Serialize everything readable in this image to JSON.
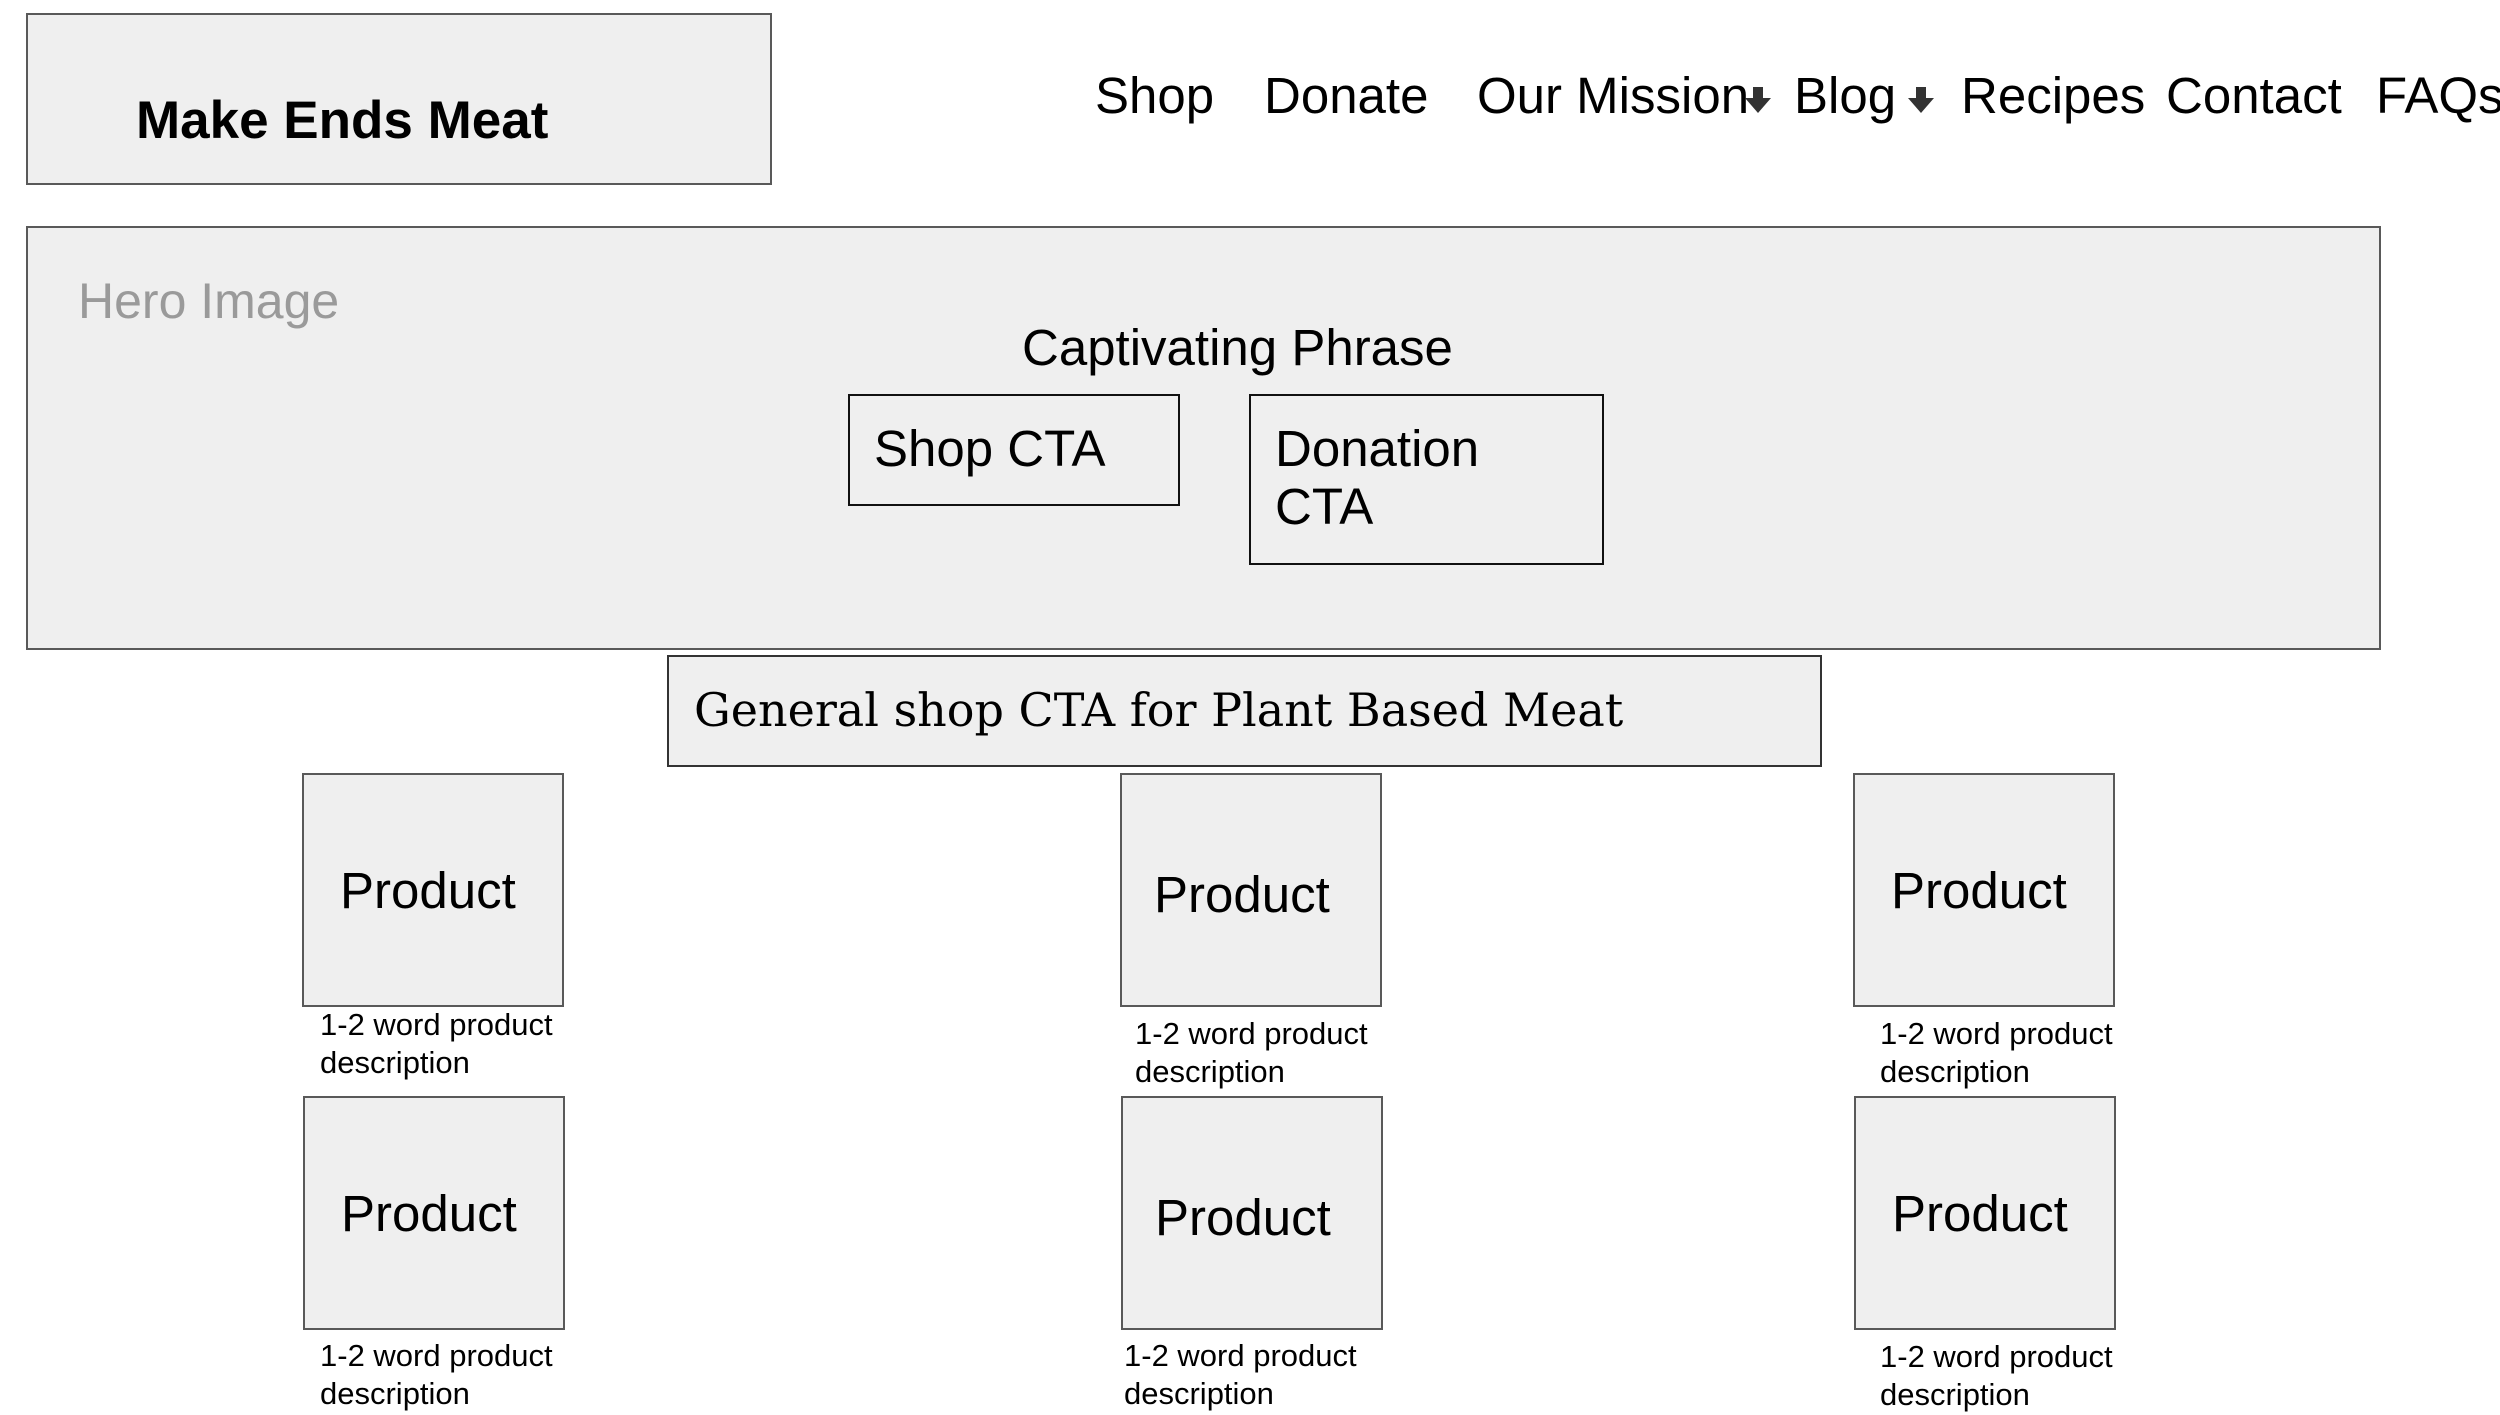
{
  "header": {
    "logo_text": "Make Ends Meat",
    "nav": [
      {
        "label": "Shop",
        "has_dropdown": false
      },
      {
        "label": "Donate",
        "has_dropdown": false
      },
      {
        "label": "Our Mission",
        "has_dropdown": true
      },
      {
        "label": "Blog",
        "has_dropdown": true
      },
      {
        "label": "Recipes",
        "has_dropdown": false
      },
      {
        "label": "Contact",
        "has_dropdown": false
      },
      {
        "label": "FAQs",
        "has_dropdown": false
      }
    ],
    "dropdown_icon": "arrow-down-icon"
  },
  "hero": {
    "label": "Hero Image",
    "phrase": "Captivating Phrase",
    "shop_cta": "Shop CTA",
    "donation_cta_line1": "Donation",
    "donation_cta_line2": "CTA"
  },
  "general_cta": {
    "text": "General shop CTA for Plant Based Meat"
  },
  "products": [
    {
      "label": "Product",
      "desc_line1": "1-2 word product",
      "desc_line2": "description"
    },
    {
      "label": "Product",
      "desc_line1": "1-2  word product",
      "desc_line2": "description"
    },
    {
      "label": "Product",
      "desc_line1": "1-2 word product",
      "desc_line2": "description"
    },
    {
      "label": "Product",
      "desc_line1": "1-2 word product",
      "desc_line2": "description"
    },
    {
      "label": "Product",
      "desc_line1": "1-2 word product",
      "desc_line2": "description"
    },
    {
      "label": "Product",
      "desc_line1": "1-2 word product",
      "desc_line2": "description"
    }
  ],
  "colors": {
    "box_fill": "#efefef",
    "box_border": "#595959",
    "hero_label": "#9a9a9a",
    "text": "#000000"
  }
}
